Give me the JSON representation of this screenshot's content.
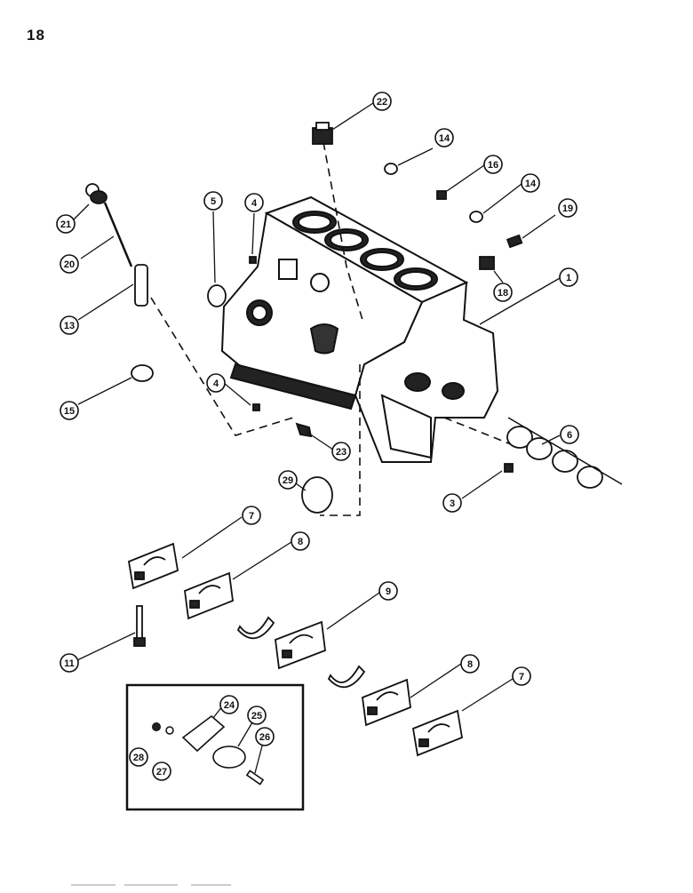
{
  "page_number": "18",
  "callouts": [
    {
      "id": "c22",
      "label": "22"
    },
    {
      "id": "c14a",
      "label": "14"
    },
    {
      "id": "c16",
      "label": "16"
    },
    {
      "id": "c14b",
      "label": "14"
    },
    {
      "id": "c19",
      "label": "19"
    },
    {
      "id": "c18",
      "label": "18"
    },
    {
      "id": "c1",
      "label": "1"
    },
    {
      "id": "c21",
      "label": "21"
    },
    {
      "id": "c20",
      "label": "20"
    },
    {
      "id": "c13",
      "label": "13"
    },
    {
      "id": "c5",
      "label": "5"
    },
    {
      "id": "c4a",
      "label": "4"
    },
    {
      "id": "c4b",
      "label": "4"
    },
    {
      "id": "c15",
      "label": "15"
    },
    {
      "id": "c23",
      "label": "23"
    },
    {
      "id": "c6",
      "label": "6"
    },
    {
      "id": "c3",
      "label": "3"
    },
    {
      "id": "c29",
      "label": "29"
    },
    {
      "id": "c7a",
      "label": "7"
    },
    {
      "id": "c8a",
      "label": "8"
    },
    {
      "id": "c9",
      "label": "9"
    },
    {
      "id": "c11",
      "label": "11"
    },
    {
      "id": "c8b",
      "label": "8"
    },
    {
      "id": "c7b",
      "label": "7"
    },
    {
      "id": "c24",
      "label": "24"
    },
    {
      "id": "c25",
      "label": "25"
    },
    {
      "id": "c26",
      "label": "26"
    },
    {
      "id": "c28",
      "label": "28"
    },
    {
      "id": "c27",
      "label": "27"
    }
  ]
}
